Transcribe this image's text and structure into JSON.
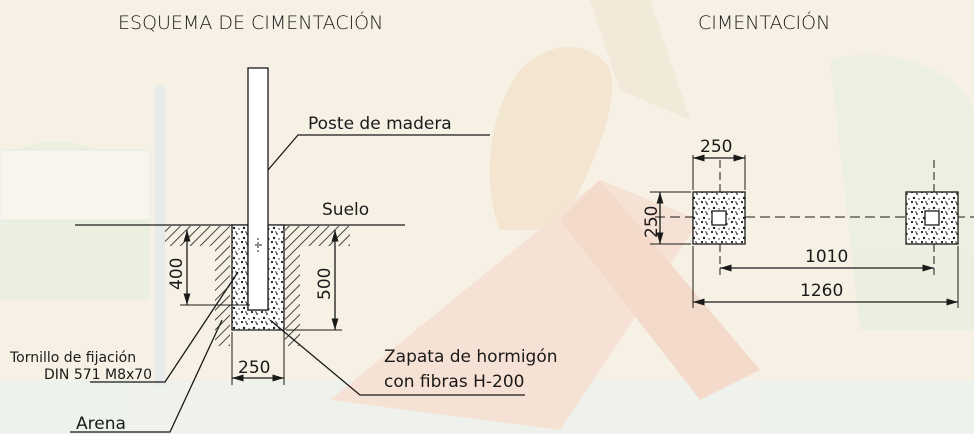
{
  "titles": {
    "left": "ESQUEMA DE CIMENTACIÓN",
    "right": "CIMENTACIÓN"
  },
  "left_diagram": {
    "post_label": "Poste de madera",
    "ground_label": "Suelo",
    "dim_hole_depth": "400",
    "dim_footing_depth": "500",
    "dim_width": "250",
    "bolt_label_line1": "Tornillo de fijación",
    "bolt_label_line2": "DIN 571 M8x70",
    "footing_label_line1": "Zapata de hormigón",
    "footing_label_line2": "con fibras H-200",
    "sand_label": "Arena"
  },
  "right_diagram": {
    "dim_width": "250",
    "dim_height": "250",
    "dim_inner_spacing": "1010",
    "dim_outer_spacing": "1260"
  },
  "colors": {
    "background": "#f6f1e4",
    "ink": "#1a1a1a",
    "concrete_fill": "#ffffff"
  }
}
